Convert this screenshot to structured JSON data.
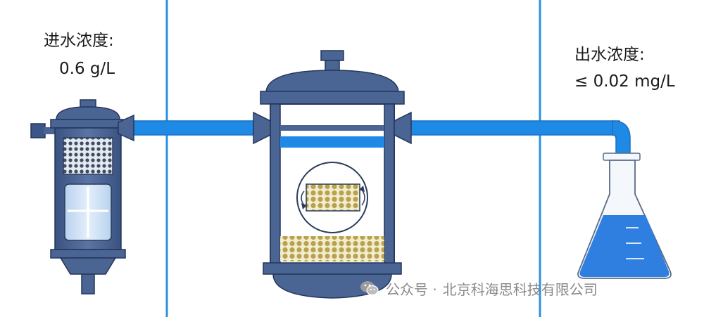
{
  "inlet": {
    "title": "进水浓度:",
    "value": "0.6 g/L"
  },
  "outlet": {
    "title": "出水浓度:",
    "value": "≤ 0.02 mg/L"
  },
  "watermark": {
    "prefix": "公众号 · ",
    "company": "北京科海思科技有限公司",
    "icon": "wechat-icon"
  },
  "colors": {
    "vessel_blue": "#4a6494",
    "vessel_dark": "#2f4468",
    "pipe_blue": "#1f8ae6",
    "water_blue": "#2f7fe0",
    "resin_yellow": "#c8b45a",
    "divider_blue": "#2b90e0"
  }
}
